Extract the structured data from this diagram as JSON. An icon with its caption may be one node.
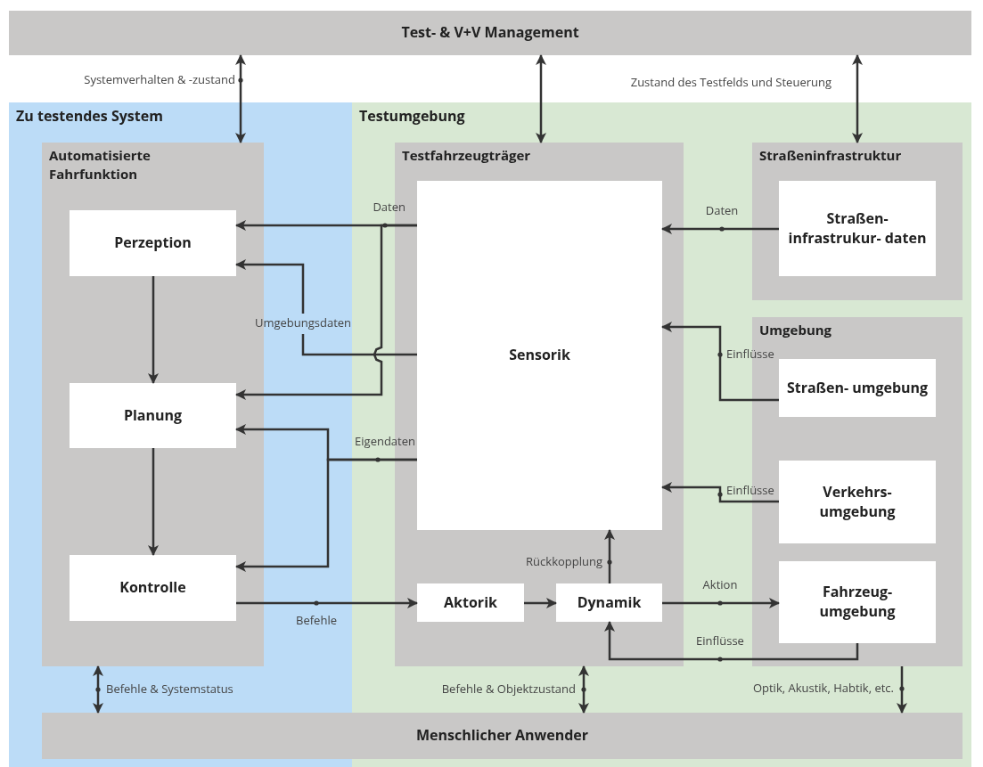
{
  "diagram": {
    "nodes": [
      {
        "text": [
          "Test- & V+V Management"
        ]
      },
      {
        "text": [
          "Zu testendes System"
        ]
      },
      {
        "text": [
          "Testumgebung"
        ]
      },
      {
        "text": [
          "Automatisierte Fahrfunktion"
        ],
        "in": 1
      },
      {
        "text": [
          "Perzeption"
        ],
        "in": 3
      },
      {
        "text": [
          "Planung"
        ],
        "in": 3
      },
      {
        "text": [
          "Kontrolle"
        ],
        "in": 3
      },
      {
        "text": [
          "Testfahrzeugträger"
        ],
        "in": 2
      },
      {
        "text": [
          "Sensorik"
        ],
        "in": 7
      },
      {
        "text": [
          "Aktorik"
        ],
        "in": 7
      },
      {
        "text": [
          "Dynamik"
        ],
        "in": 7
      },
      {
        "text": [
          "Straßeninfrastruktur"
        ],
        "in": 2
      },
      {
        "text": [
          "Straßen- infrastrukur- daten"
        ],
        "in": 11
      },
      {
        "text": [
          "Umgebung"
        ],
        "in": 2
      },
      {
        "text": [
          "Straßen- umgebung"
        ],
        "in": 13
      },
      {
        "text": [
          "Verkehrs- umgebung"
        ],
        "in": 13
      },
      {
        "text": [
          "Fahrzeug- umgebung"
        ],
        "in": 13
      },
      {
        "text": [
          "Menschlicher Anwender"
        ]
      }
    ],
    "edges": [
      {
        "from": 0,
        "to": 3,
        "arrow": "both",
        "label": "Systemverhalten & -zustand"
      },
      {
        "from": 0,
        "to": 7,
        "arrow": "both"
      },
      {
        "from": 0,
        "to": 11,
        "arrow": "both",
        "label": "Zustand des Testfelds und Steuerung"
      },
      {
        "from": 8,
        "to": 4,
        "arrow": "to",
        "label": "Daten"
      },
      {
        "from": 8,
        "to": 5,
        "arrow": "to"
      },
      {
        "from": 8,
        "to": 4,
        "arrow": "to",
        "label": "Umgebungsdaten"
      },
      {
        "from": 8,
        "to": 5,
        "arrow": "to",
        "label": "Eigendaten"
      },
      {
        "from": 8,
        "to": 6,
        "arrow": "to"
      },
      {
        "from": 4,
        "to": 5,
        "arrow": "to"
      },
      {
        "from": 5,
        "to": 6,
        "arrow": "to"
      },
      {
        "from": 6,
        "to": 9,
        "arrow": "to",
        "label": "Befehle"
      },
      {
        "from": 9,
        "to": 10,
        "arrow": "to"
      },
      {
        "from": 10,
        "to": 8,
        "arrow": "to",
        "label": "Rückkopplung"
      },
      {
        "from": 10,
        "to": 16,
        "arrow": "to",
        "label": "Aktion"
      },
      {
        "from": 16,
        "to": 10,
        "arrow": "to",
        "label": "Einflüsse"
      },
      {
        "from": 12,
        "to": 8,
        "arrow": "to",
        "label": "Daten"
      },
      {
        "from": 14,
        "to": 8,
        "arrow": "to",
        "label": "Einflüsse"
      },
      {
        "from": 15,
        "to": 8,
        "arrow": "to",
        "label": "Einflüsse"
      },
      {
        "from": 3,
        "to": 17,
        "arrow": "both",
        "label": "Befehle & Systemstatus"
      },
      {
        "from": 7,
        "to": 17,
        "arrow": "both",
        "label": "Befehle & Objektzustand"
      },
      {
        "from": 13,
        "to": 17,
        "arrow": "to",
        "label": "Optik, Akustik, Habtik, etc."
      }
    ]
  }
}
